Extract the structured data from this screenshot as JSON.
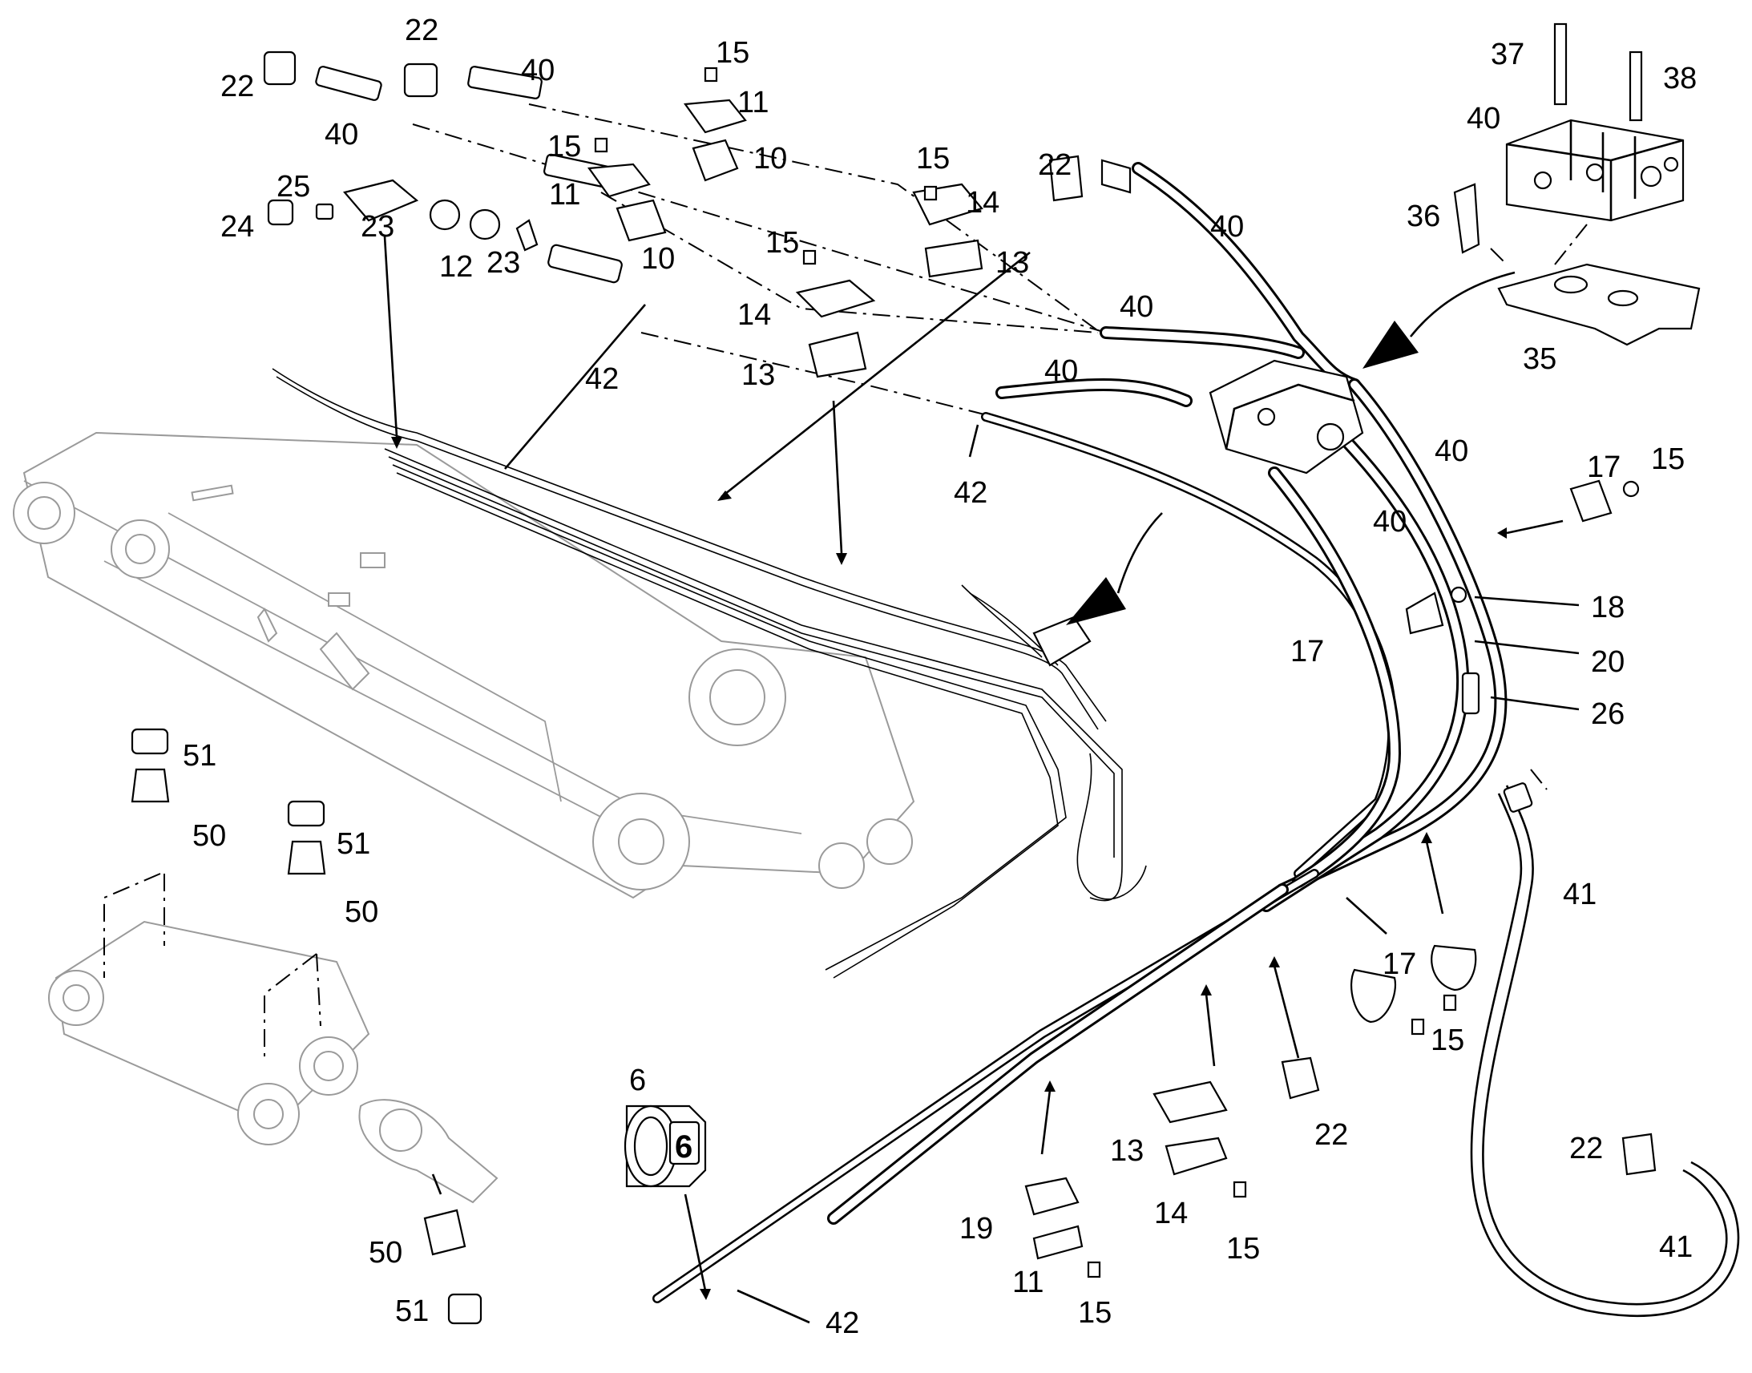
{
  "callouts": {
    "c1": "22",
    "c2": "40",
    "c3": "22",
    "c4": "40",
    "c5": "15",
    "c6": "11",
    "c7": "10",
    "c8": "15",
    "c9": "11",
    "c10": "10",
    "c11": "15",
    "c12": "14",
    "c13": "13",
    "c14": "15",
    "c15": "14",
    "c16": "13",
    "c17": "22",
    "c18": "40",
    "c19": "25",
    "c20": "24",
    "c21": "23",
    "c22": "12",
    "c23": "23",
    "c24": "42",
    "c25": "40",
    "c26": "40",
    "c27": "42",
    "c28": "37",
    "c29": "38",
    "c30": "40",
    "c31": "36",
    "c32": "35",
    "c33": "40",
    "c34": "40",
    "c35": "17",
    "c36": "15",
    "c37": "18",
    "c38": "17",
    "c39": "20",
    "c40": "26",
    "c41": "41",
    "c42": "51",
    "c43": "50",
    "c44": "51",
    "c45": "50",
    "c46": "17",
    "c47": "15",
    "c48": "22",
    "c49": "6",
    "c50": "13",
    "c51": "14",
    "c52": "15",
    "c53": "19",
    "c54": "11",
    "c55": "15",
    "c56": "42",
    "c57": "50",
    "c58": "51",
    "c59": "22",
    "c60": "41"
  },
  "badge_text": "6"
}
